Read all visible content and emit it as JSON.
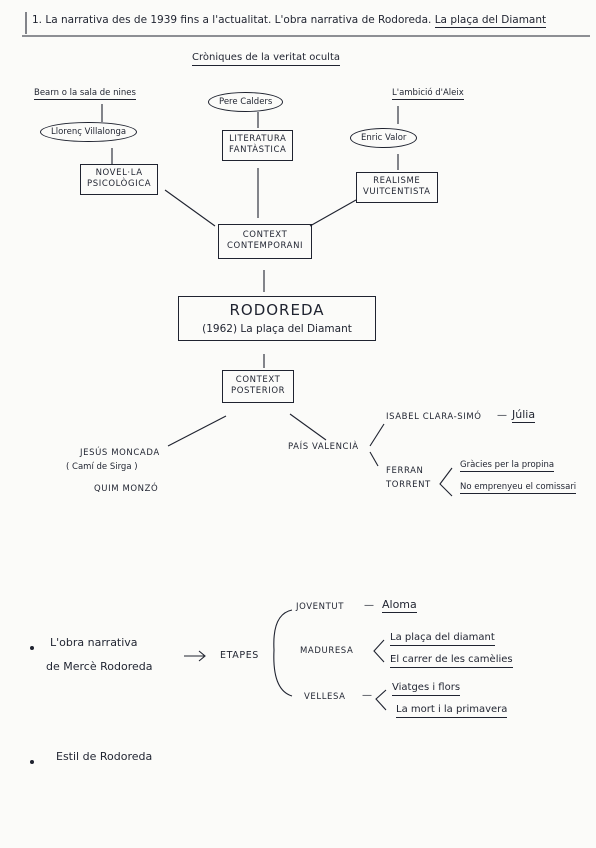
{
  "header": {
    "title": "1. La narrativa des de 1939 fins a l'actualitat. L'obra narrativa de Rodoreda.",
    "title_underlined": "La plaça del Diamant"
  },
  "map": {
    "heading": "Cròniques de la veritat oculta",
    "left_label": "Bearn o la sala de nines",
    "left_oval": "Llorenç Villalonga",
    "left_box": [
      "NOVEL·LA",
      "PSICOLÒGICA"
    ],
    "center_oval": "Pere Calders",
    "center_box": [
      "LITERATURA",
      "FANTÀSTICA"
    ],
    "right_label": "L'ambició d'Aleix",
    "right_oval": "Enric Valor",
    "right_box": [
      "REALISME",
      "VUITCENTISTA"
    ],
    "context_box": [
      "CONTEXT",
      "CONTEMPORANI"
    ],
    "main_name": "RODOREDA",
    "main_work": "(1962) La plaça del Diamant",
    "posterior_box": [
      "CONTEXT",
      "POSTERIOR"
    ],
    "left_author": "JESÚS MONCADA",
    "left_work": "( Camí de Sirga )",
    "left_author2": "QUIM MONZÓ",
    "region": "PAÍS VALENCIÀ",
    "isabel": "ISABEL CLARA-SIMÓ",
    "dash": "—",
    "julia": "Júlia",
    "ferran": "FERRAN",
    "torrent": "TORRENT",
    "gracies": "Gràcies per la propina",
    "no_empenyeu": "No emprenyeu el comissari"
  },
  "etapes": {
    "bullet_text_line1": "L'obra narrativa",
    "bullet_text_line2": "de Mercè Rodoreda",
    "arrow": "->",
    "label": "ETAPES",
    "joventut": "JOVENTUT",
    "aloma": "Aloma",
    "maduresa": "MADURESA",
    "maduresa_works": [
      "La plaça del diamant",
      "El carrer de les camèlies"
    ],
    "vellesa": "VELLESA",
    "vellesa_works": [
      "Viatges i flors",
      "La mort i la primavera"
    ]
  },
  "estil": "Estil de Rodoreda"
}
